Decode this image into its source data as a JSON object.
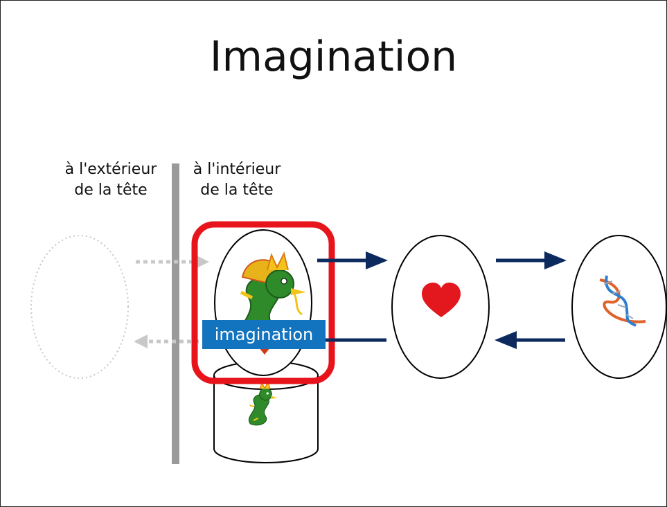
{
  "title": "Imagination",
  "labels": {
    "outside": "à l'extérieur\nde la tête",
    "inside": "à l'intérieur\nde la tête"
  },
  "tag": "imagination",
  "icons": {
    "dragon": "dragon-icon",
    "heart": "heart-icon",
    "dna": "dna-icon"
  },
  "colors": {
    "arrow": "#0d2a5e",
    "highlight": "#e8141c",
    "tag_bg": "#1273bf",
    "heart": "#e3171e",
    "divider": "#9a9a9a",
    "faded": "#c8c8c8"
  }
}
